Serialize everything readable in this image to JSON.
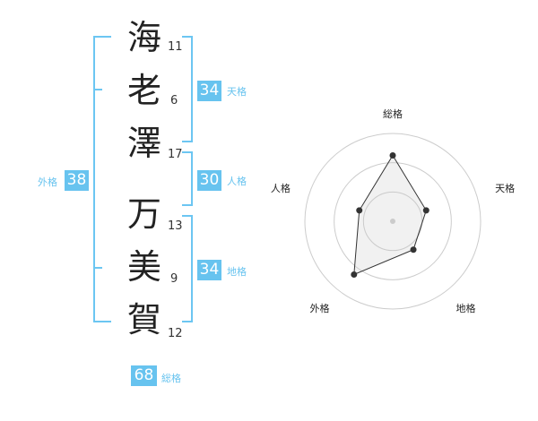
{
  "name": {
    "characters": [
      {
        "char": "海",
        "strokes": "11"
      },
      {
        "char": "老",
        "strokes": "6"
      },
      {
        "char": "澤",
        "strokes": "17"
      },
      {
        "char": "万",
        "strokes": "13"
      },
      {
        "char": "美",
        "strokes": "9"
      },
      {
        "char": "賀",
        "strokes": "12"
      }
    ]
  },
  "fortunes": {
    "tenkaku": {
      "value": "34",
      "label": "天格"
    },
    "jinkaku": {
      "value": "30",
      "label": "人格"
    },
    "chikaku": {
      "value": "34",
      "label": "地格"
    },
    "gaikaku": {
      "value": "38",
      "label": "外格"
    },
    "soukaku": {
      "value": "68",
      "label": "総格"
    }
  },
  "colors": {
    "accent": "#67c3ef",
    "text": "#222222"
  },
  "chart_data": {
    "type": "radar",
    "axes": [
      "総格",
      "天格",
      "地格",
      "外格",
      "人格"
    ],
    "values": [
      0.75,
      0.4,
      0.4,
      0.75,
      0.4
    ],
    "max": 1,
    "rings": 3
  }
}
